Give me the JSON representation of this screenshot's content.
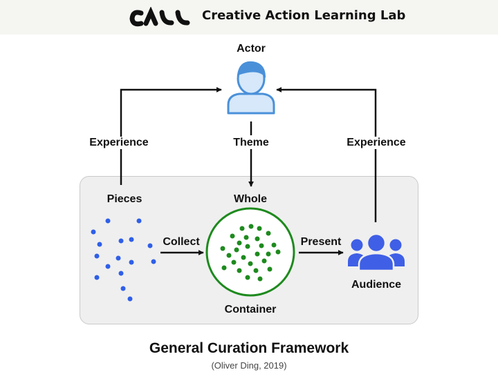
{
  "header": {
    "logo_text": "Creative Action Learning Lab"
  },
  "diagram": {
    "actor_label": "Actor",
    "experience_left_label": "Experience",
    "theme_label": "Theme",
    "experience_right_label": "Experience",
    "pieces_label": "Pieces",
    "whole_label": "Whole",
    "collect_label": "Collect",
    "present_label": "Present",
    "container_label": "Container",
    "audience_label": "Audience"
  },
  "footer": {
    "title": "General Curation Framework",
    "credit": "(Oliver Ding, 2019)"
  },
  "colors": {
    "actor_blue": "#4a90d9",
    "pieces_blue": "#2f5fe8",
    "whole_green": "#1e8a1e",
    "audience_blue": "#3f5fe6",
    "panel_bg": "#efefef"
  },
  "icons": {
    "actor": "person-outline-icon",
    "audience": "group-people-icon"
  }
}
